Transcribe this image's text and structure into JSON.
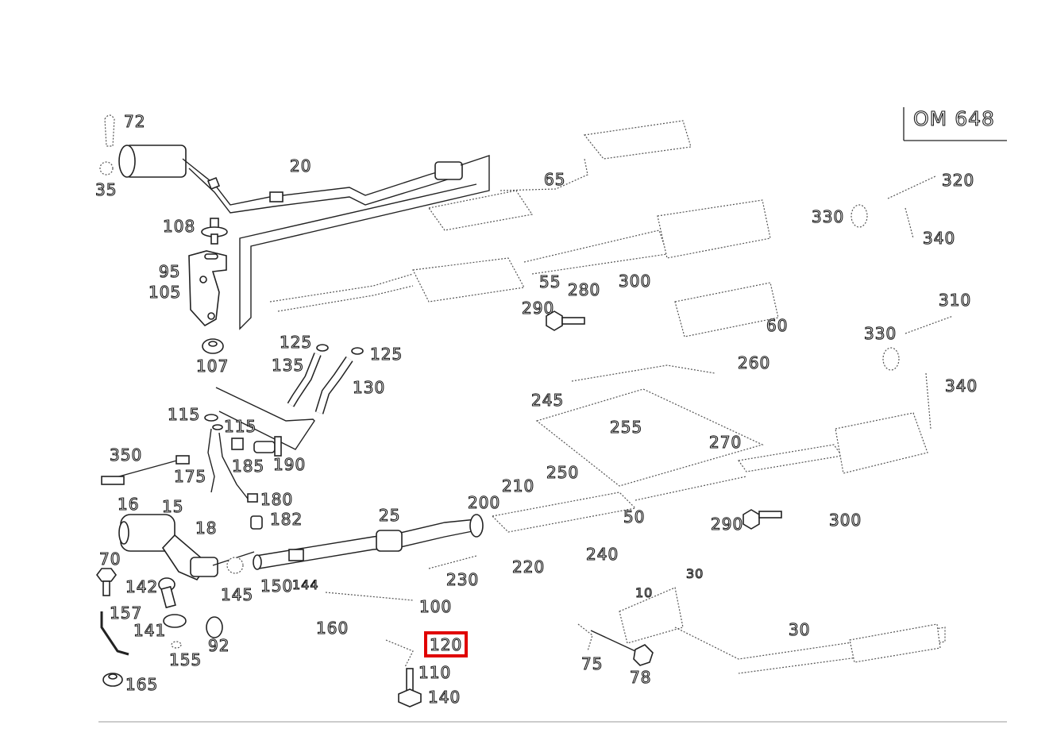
{
  "diagram": {
    "engine_label": "OM 648",
    "highlight_color": "#e00000",
    "highlighted_callout": "120",
    "callouts": [
      "72",
      "35",
      "20",
      "65",
      "108",
      "95",
      "105",
      "107",
      "125",
      "135",
      "125",
      "130",
      "320",
      "330",
      "340",
      "55",
      "280",
      "300",
      "290",
      "310",
      "330",
      "60",
      "260",
      "340",
      "245",
      "255",
      "115",
      "115",
      "185",
      "190",
      "350",
      "175",
      "16",
      "15",
      "18",
      "180",
      "182",
      "270",
      "25",
      "200",
      "210",
      "250",
      "50",
      "290",
      "300",
      "70",
      "142",
      "157",
      "141",
      "145",
      "150",
      "144",
      "230",
      "220",
      "240",
      "100",
      "160",
      "120",
      "110",
      "140",
      "155",
      "92",
      "165",
      "75",
      "78",
      "10",
      "30",
      "30"
    ]
  }
}
